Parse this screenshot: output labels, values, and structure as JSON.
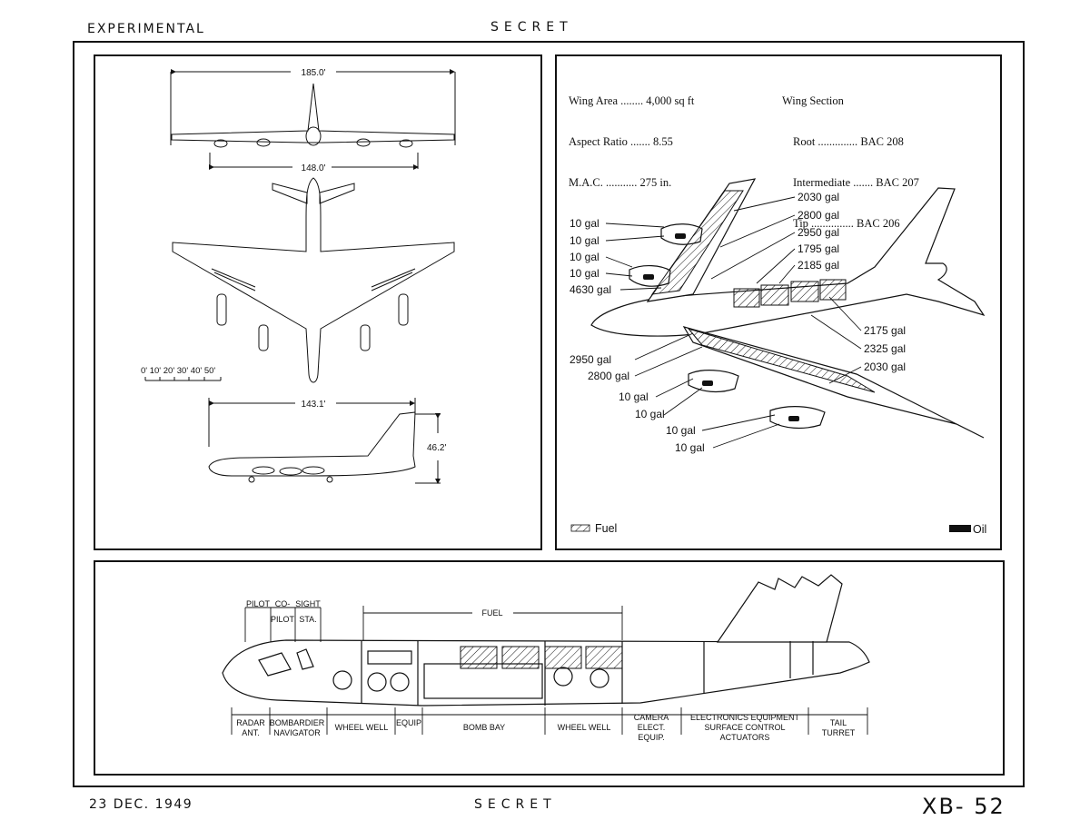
{
  "header": {
    "left": "EXPERIMENTAL",
    "center": "SECRET"
  },
  "footer": {
    "date": "23 DEC. 1949",
    "center": "SECRET",
    "model": "XB- 52"
  },
  "three_view": {
    "span": "185.0'",
    "tread": "148.0'",
    "length": "143.1'",
    "height": "46.2'",
    "scale": "0' 10' 20' 30' 40' 50'"
  },
  "specs": {
    "left": [
      {
        "label": "Wing Area ........",
        "value": "4,000 sq ft"
      },
      {
        "label": "Aspect Ratio .......",
        "value": "8.55"
      },
      {
        "label": "M.A.C. ...........",
        "value": "275 in."
      }
    ],
    "section_title": "Wing Section",
    "right": [
      {
        "label": "Root ..............",
        "value": "BAC 208"
      },
      {
        "label": "Intermediate .......",
        "value": "BAC 207"
      },
      {
        "label": "Tip ...............",
        "value": "BAC 206"
      }
    ]
  },
  "tanks": {
    "left": [
      "10 gal",
      "10 gal",
      "10 gal",
      "10 gal",
      "4630 gal",
      "2950 gal",
      "2800 gal",
      "10 gal",
      "10 gal",
      "10 gal",
      "10 gal"
    ],
    "right": [
      "2030 gal",
      "2800 gal",
      "2950 gal",
      "1795 gal",
      "2185 gal",
      "2175 gal",
      "2325 gal",
      "2030 gal"
    ]
  },
  "legend": {
    "fuel": "Fuel",
    "oil": "Oil"
  },
  "inboard": {
    "top_labels": [
      "PILOT",
      "CO-",
      "SIGHT",
      "PILOT",
      "STA.",
      "FUEL"
    ],
    "bottom_labels": [
      "RADAR",
      "ANT.",
      "BOMBARDIER",
      "NAVIGATOR",
      "WHEEL WELL",
      "EQUIP",
      "BOMB BAY",
      "WHEEL WELL",
      "CAMERA",
      "ELECT.",
      "EQUIP.",
      "ELECTRONICS EQUIPMENT",
      "SURFACE CONTROL",
      "ACTUATORS",
      "TAIL",
      "TURRET"
    ]
  }
}
